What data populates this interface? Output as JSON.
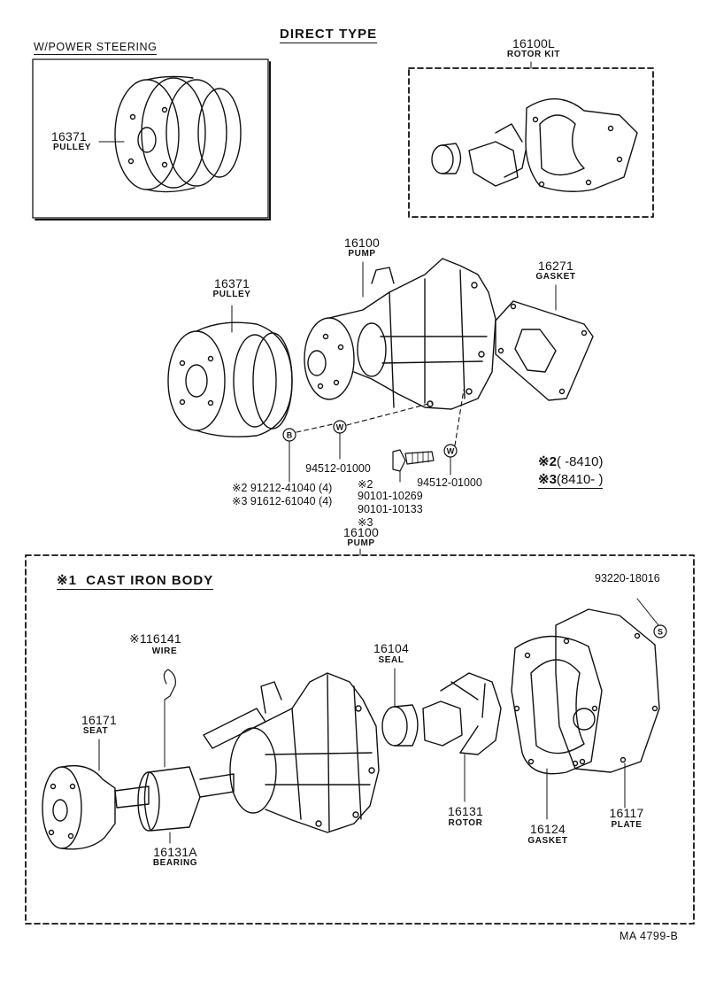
{
  "sections": {
    "direct_type": "DIRECT TYPE",
    "power_steering": "W/POWER STEERING",
    "cast_iron_mark": "※1",
    "cast_iron_title": "CAST IRON BODY",
    "footer_code": "MA  4799-B"
  },
  "legend": {
    "row2_mark": "※2",
    "row2_text": "(      -8410)",
    "row3_mark": "※3",
    "row3_text": "(8410-        )"
  },
  "parts": {
    "pulley_ps_number": "16371",
    "pulley_ps_name": "PULLEY",
    "rotor_kit_number": "16100L",
    "rotor_kit_name": "ROTOR KIT",
    "pulley_number": "16371",
    "pulley_name": "PULLEY",
    "pump_number": "16100",
    "pump_name": "PUMP",
    "gasket_number": "16271",
    "gasket_name": "GASKET",
    "washer_a_number": "94512-01000",
    "washer_b_number": "94512-01000",
    "bolt_a_row1": "※2 91212-41040 (4)",
    "bolt_a_row2": "※3 91612-61040 (4)",
    "bolt_b_mark2": "※2",
    "bolt_b_number2": "90101-10269",
    "bolt_b_number3": "90101-10133",
    "bolt_b_mark3": "※3",
    "pump2_number": "16100",
    "pump2_name": "PUMP",
    "stud_number": "93220-18016",
    "wire_mark": "※1",
    "wire_number": "16141",
    "wire_name": "WIRE",
    "seal_number": "16104",
    "seal_name": "SEAL",
    "seat_number": "16171",
    "seat_name": "SEAT",
    "bearing_number": "16131A",
    "bearing_name": "BEARING",
    "rotor_number": "16131",
    "rotor_name": "ROTOR",
    "gasket2_number": "16124",
    "gasket2_name": "GASKET",
    "plate_number": "16117",
    "plate_name": "PLATE"
  },
  "callout_symbols": {
    "bolt": "B",
    "washer": "W",
    "stud": "S"
  }
}
